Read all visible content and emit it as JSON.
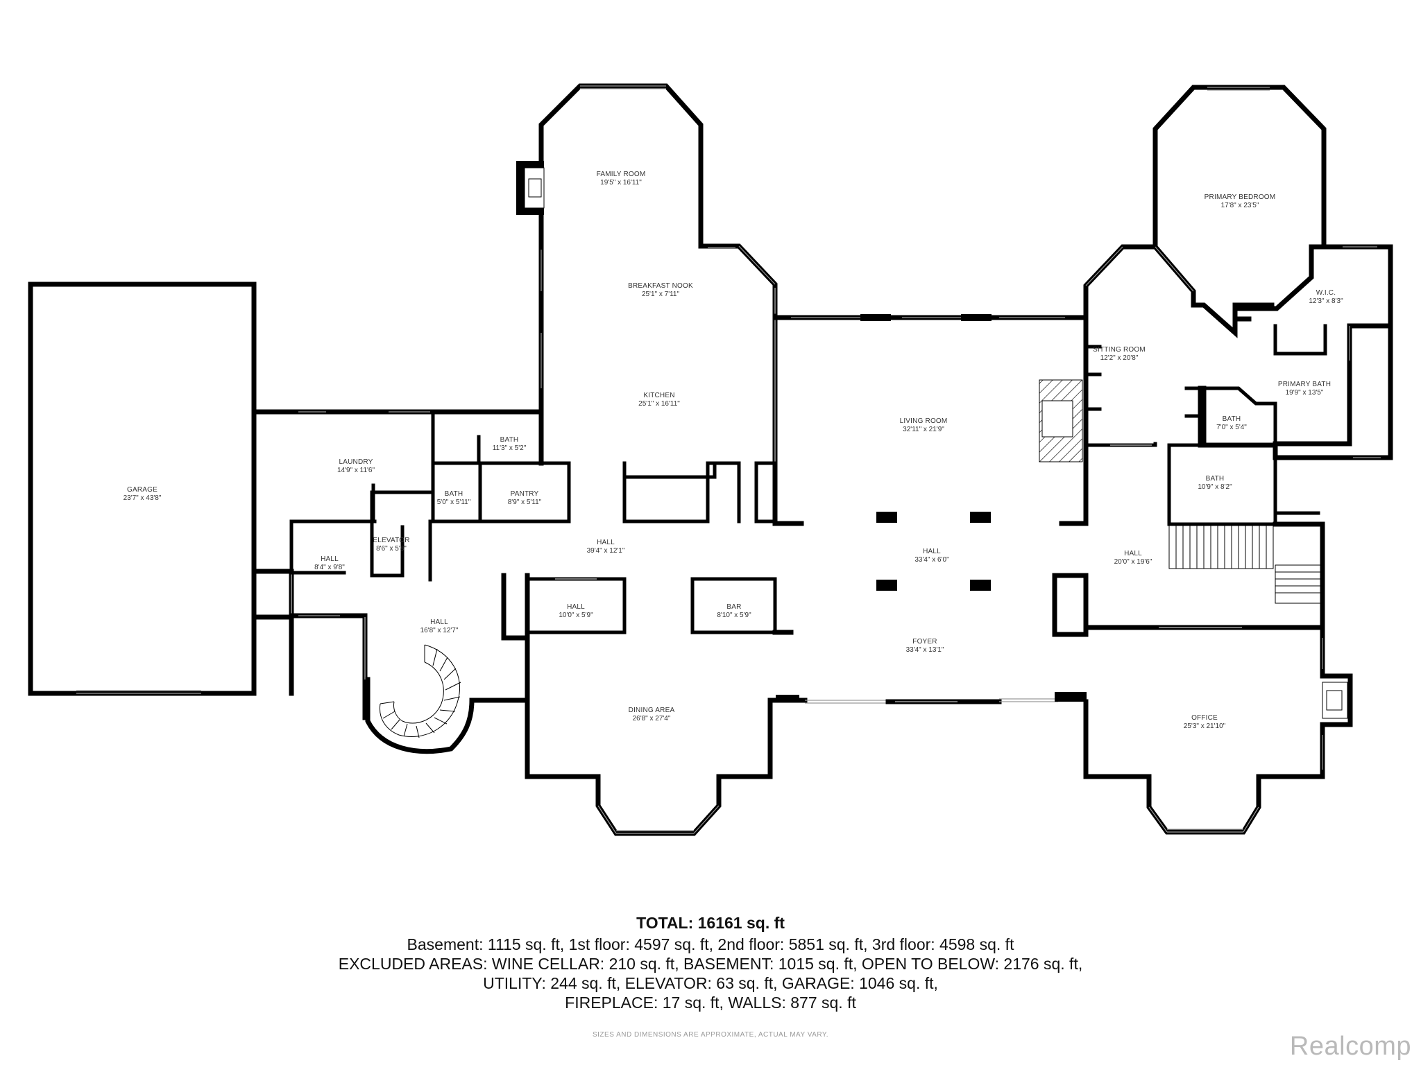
{
  "rooms": [
    {
      "name": "GARAGE",
      "dim": "23'7\" x 43'8\""
    },
    {
      "name": "FAMILY ROOM",
      "dim": "19'5\" x 16'11\""
    },
    {
      "name": "BREAKFAST NOOK",
      "dim": "25'1\" x 7'11\""
    },
    {
      "name": "KITCHEN",
      "dim": "25'1\" x 16'11\""
    },
    {
      "name": "LAUNDRY",
      "dim": "14'9\" x 11'6\""
    },
    {
      "name": "BATH",
      "dim": "11'3\" x 5'2\""
    },
    {
      "name": "BATH",
      "dim": "5'0\" x 5'11\""
    },
    {
      "name": "PANTRY",
      "dim": "8'9\" x 5'11\""
    },
    {
      "name": "ELEVATOR",
      "dim": "8'6\" x 5'8\""
    },
    {
      "name": "HALL",
      "dim": "8'4\" x 9'8\""
    },
    {
      "name": "HALL",
      "dim": "39'4\" x 12'1\""
    },
    {
      "name": "HALL",
      "dim": "16'8\" x 12'7\""
    },
    {
      "name": "HALL",
      "dim": "10'0\" x 5'9\""
    },
    {
      "name": "BAR",
      "dim": "8'10\" x 5'9\""
    },
    {
      "name": "DINING AREA",
      "dim": "26'8\" x 27'4\""
    },
    {
      "name": "LIVING ROOM",
      "dim": "32'11\" x 21'9\""
    },
    {
      "name": "HALL",
      "dim": "33'4\" x 6'0\""
    },
    {
      "name": "FOYER",
      "dim": "33'4\" x 13'1\""
    },
    {
      "name": "PRIMARY BEDROOM",
      "dim": "17'8\" x 23'5\""
    },
    {
      "name": "W.I.C.",
      "dim": "12'3\" x 8'3\""
    },
    {
      "name": "SITTING ROOM",
      "dim": "12'2\" x 20'8\""
    },
    {
      "name": "PRIMARY BATH",
      "dim": "19'9\" x 13'5\""
    },
    {
      "name": "BATH",
      "dim": "7'0\" x 5'4\""
    },
    {
      "name": "BATH",
      "dim": "10'9\" x 8'2\""
    },
    {
      "name": "HALL",
      "dim": "20'0\" x 19'6\""
    },
    {
      "name": "OFFICE",
      "dim": "25'3\" x 21'10\""
    }
  ],
  "summary": {
    "total": "TOTAL: 16161 sq. ft",
    "line1": "Basement: 1115 sq. ft, 1st floor: 4597 sq. ft, 2nd floor: 5851 sq. ft, 3rd floor: 4598 sq. ft",
    "line2": "EXCLUDED AREAS: WINE CELLAR: 210 sq. ft, BASEMENT: 1015 sq. ft, OPEN TO BELOW: 2176 sq. ft,",
    "line3": "UTILITY: 244 sq. ft, ELEVATOR: 63 sq. ft, GARAGE: 1046 sq. ft,",
    "line4": "FIREPLACE: 17 sq. ft, WALLS: 877 sq. ft"
  },
  "disclaimer": "SIZES AND DIMENSIONS ARE APPROXIMATE, ACTUAL MAY VARY.",
  "brand": "Realcomp",
  "colors": {
    "wall": "#000000",
    "text": "#333333",
    "window": "#9a9a9a",
    "watermark": "#b9b9b9"
  }
}
